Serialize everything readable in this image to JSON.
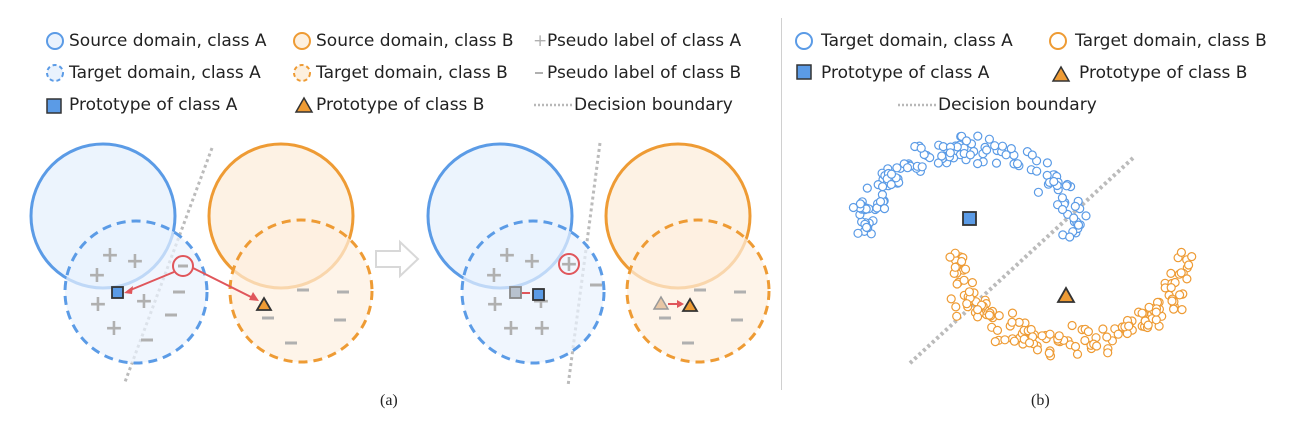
{
  "colors": {
    "blue": "#5b9be6",
    "blue_fill": "#e9f2fd",
    "orange": "#ee9b34",
    "orange_fill": "#fdf0df",
    "gray": "#b0b0b0",
    "red": "#e0565b"
  },
  "panel_a": {
    "legend": {
      "source_a": "Source domain, class A",
      "source_b": "Source domain, class B",
      "pseudo_a": "Pseudo label of class A",
      "target_a": "Target domain, class A",
      "target_b": "Target domain, class B",
      "pseudo_b": "Pseudo label of class B",
      "proto_a": "Prototype of class A",
      "proto_b": "Prototype of class B",
      "boundary": "Decision boundary"
    },
    "caption": "(a)"
  },
  "panel_b": {
    "legend": {
      "target_a": "Target domain, class A",
      "target_b": "Target domain, class B",
      "proto_a": "Prototype of class A",
      "proto_b": "Prototype of class B",
      "boundary": "Decision boundary"
    },
    "caption": "(b)"
  },
  "icons": {
    "plus": "+",
    "minus": "−"
  }
}
